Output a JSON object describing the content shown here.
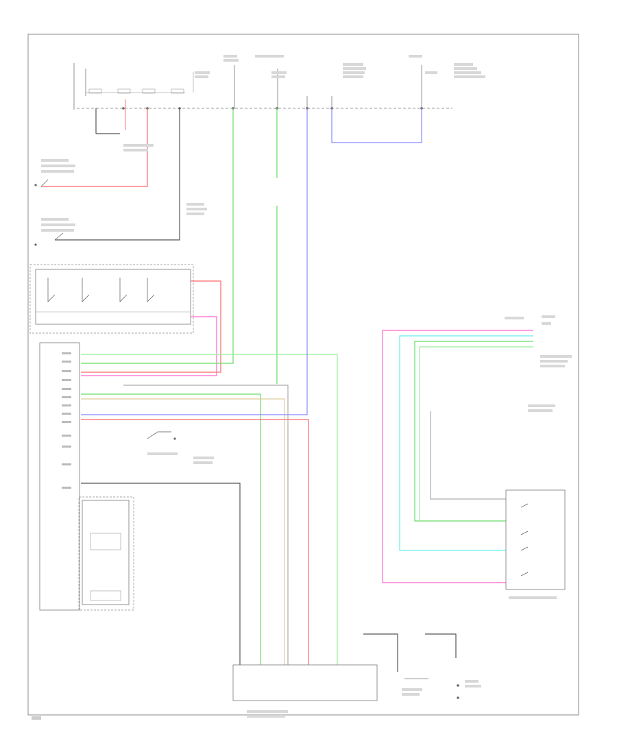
{
  "diagram": {
    "colors": {
      "background": "#ffffff",
      "frame": "#8a8a8a",
      "wire_black": "#555555",
      "wire_green": "#66dd66",
      "wire_lightgreen": "#99ee99",
      "wire_red": "#ff6666",
      "wire_pink": "#ff66cc",
      "wire_blue": "#8888ff",
      "wire_cyan": "#66eeee",
      "wire_tan": "#ddcc99",
      "wire_gray": "#aaaaaa"
    },
    "components": [
      {
        "id": "overhead-connectors",
        "kind": "connector-row"
      },
      {
        "id": "left-door-switches",
        "kind": "switch-pair"
      },
      {
        "id": "memory-switch-panel",
        "kind": "switch-group"
      },
      {
        "id": "seat-control-module",
        "kind": "module"
      },
      {
        "id": "recline-motor-sensor",
        "kind": "motor"
      },
      {
        "id": "right-memory-switch",
        "kind": "switch-group"
      },
      {
        "id": "bottom-connector",
        "kind": "connector"
      },
      {
        "id": "ground-point",
        "kind": "ground"
      }
    ]
  }
}
